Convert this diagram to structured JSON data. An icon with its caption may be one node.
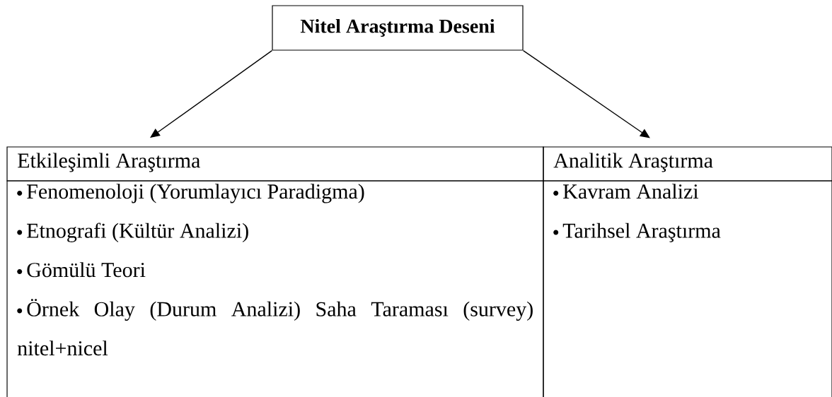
{
  "diagram": {
    "nodes": [
      {
        "text": [
          "Nitel Araştırma Deseni"
        ]
      },
      {
        "text": [
          "Etkileşimli Araştırma"
        ]
      },
      {
        "text": [
          "Analitik Araştırma"
        ]
      },
      {
        "text": [
          "Fenomenoloji (Yorumlayıcı Paradigma)",
          "Etnografi (Kültür Analizi)",
          "Gömülü Teori",
          "Örnek Olay (Durum Analizi) Saha Taraması (survey) nitel+nicel"
        ]
      },
      {
        "text": [
          "Kavram Analizi",
          "Tarihsel Araştırma"
        ]
      }
    ],
    "edges": [
      {
        "from": 0,
        "to": 1,
        "arrow": "to"
      },
      {
        "from": 0,
        "to": 2,
        "arrow": "to"
      }
    ]
  }
}
